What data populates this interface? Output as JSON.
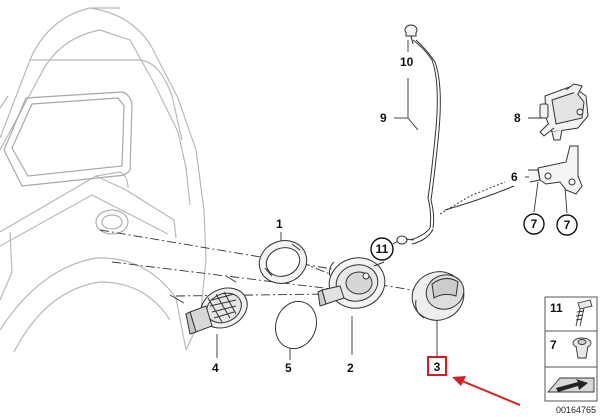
{
  "diagram": {
    "part_labels": {
      "p1": "1",
      "p2": "2",
      "p3": "3",
      "p4": "4",
      "p5": "5",
      "p6": "6",
      "p7a": "7",
      "p7b": "7",
      "p8": "8",
      "p9": "9",
      "p10": "10",
      "p11": "11"
    },
    "legend": {
      "item_11": "11",
      "item_7": "7"
    },
    "diagram_code": "00164765",
    "highlight_color": "#e01818",
    "arrow_color": "#d62020"
  }
}
